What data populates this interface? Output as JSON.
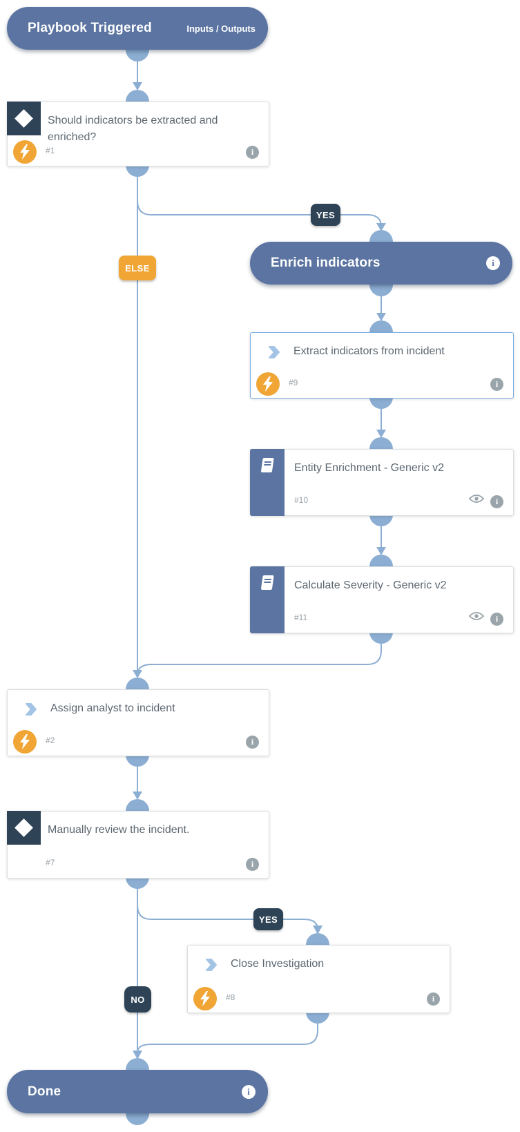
{
  "playbook": {
    "trigger": {
      "title": "Playbook Triggered",
      "io_link": "Inputs / Outputs"
    },
    "sections": {
      "enrich": {
        "title": "Enrich indicators"
      },
      "done": {
        "title": "Done"
      }
    },
    "tasks": {
      "t1": {
        "title": "Should indicators be extracted and enriched?",
        "id": "#1"
      },
      "t9": {
        "title": "Extract indicators from incident",
        "id": "#9"
      },
      "t10": {
        "title": "Entity Enrichment - Generic v2",
        "id": "#10"
      },
      "t11": {
        "title": "Calculate Severity - Generic v2",
        "id": "#11"
      },
      "t2": {
        "title": "Assign analyst to incident",
        "id": "#2"
      },
      "t7": {
        "title": "Manually review the incident.",
        "id": "#7"
      },
      "t8": {
        "title": "Close Investigation",
        "id": "#8"
      }
    },
    "edge_labels": {
      "yes_top": "YES",
      "else_top": "ELSE",
      "yes_bottom": "YES",
      "no_bottom": "NO"
    },
    "info_glyph": "i"
  },
  "icons": {
    "condition": "white-diamond",
    "automation": "lightning-bolt",
    "sub_playbook": "book",
    "task_chevron": "chevron-right",
    "info": "info-circle",
    "preview": "eye"
  },
  "colors": {
    "section_pill": "#5b74a1",
    "condition_navy": "#2e4356",
    "accent_orange": "#f0a535",
    "wire_blue": "#8caed3",
    "card_border": "#d9dee2",
    "selected_card_border": "#77ace2",
    "title_text": "#5d6770",
    "muted_text": "#97a0a6",
    "icon_gray": "#9aa5ab",
    "chevron_blue": "#a3c4e4"
  }
}
